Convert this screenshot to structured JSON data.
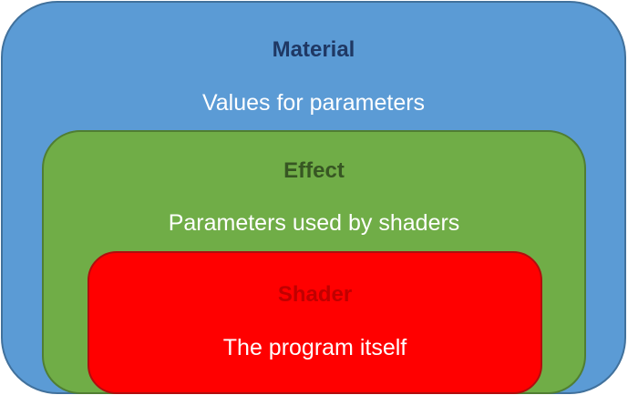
{
  "diagram": {
    "material": {
      "title": "Material",
      "description": "Values for parameters",
      "fill_color": "#5b9bd5",
      "title_color": "#1f3864"
    },
    "effect": {
      "title": "Effect",
      "description": "Parameters used by shaders",
      "fill_color": "#70ad47",
      "title_color": "#375623"
    },
    "shader": {
      "title": "Shader",
      "description": "The program itself",
      "fill_color": "#ff0000",
      "title_color": "#c00000"
    }
  }
}
